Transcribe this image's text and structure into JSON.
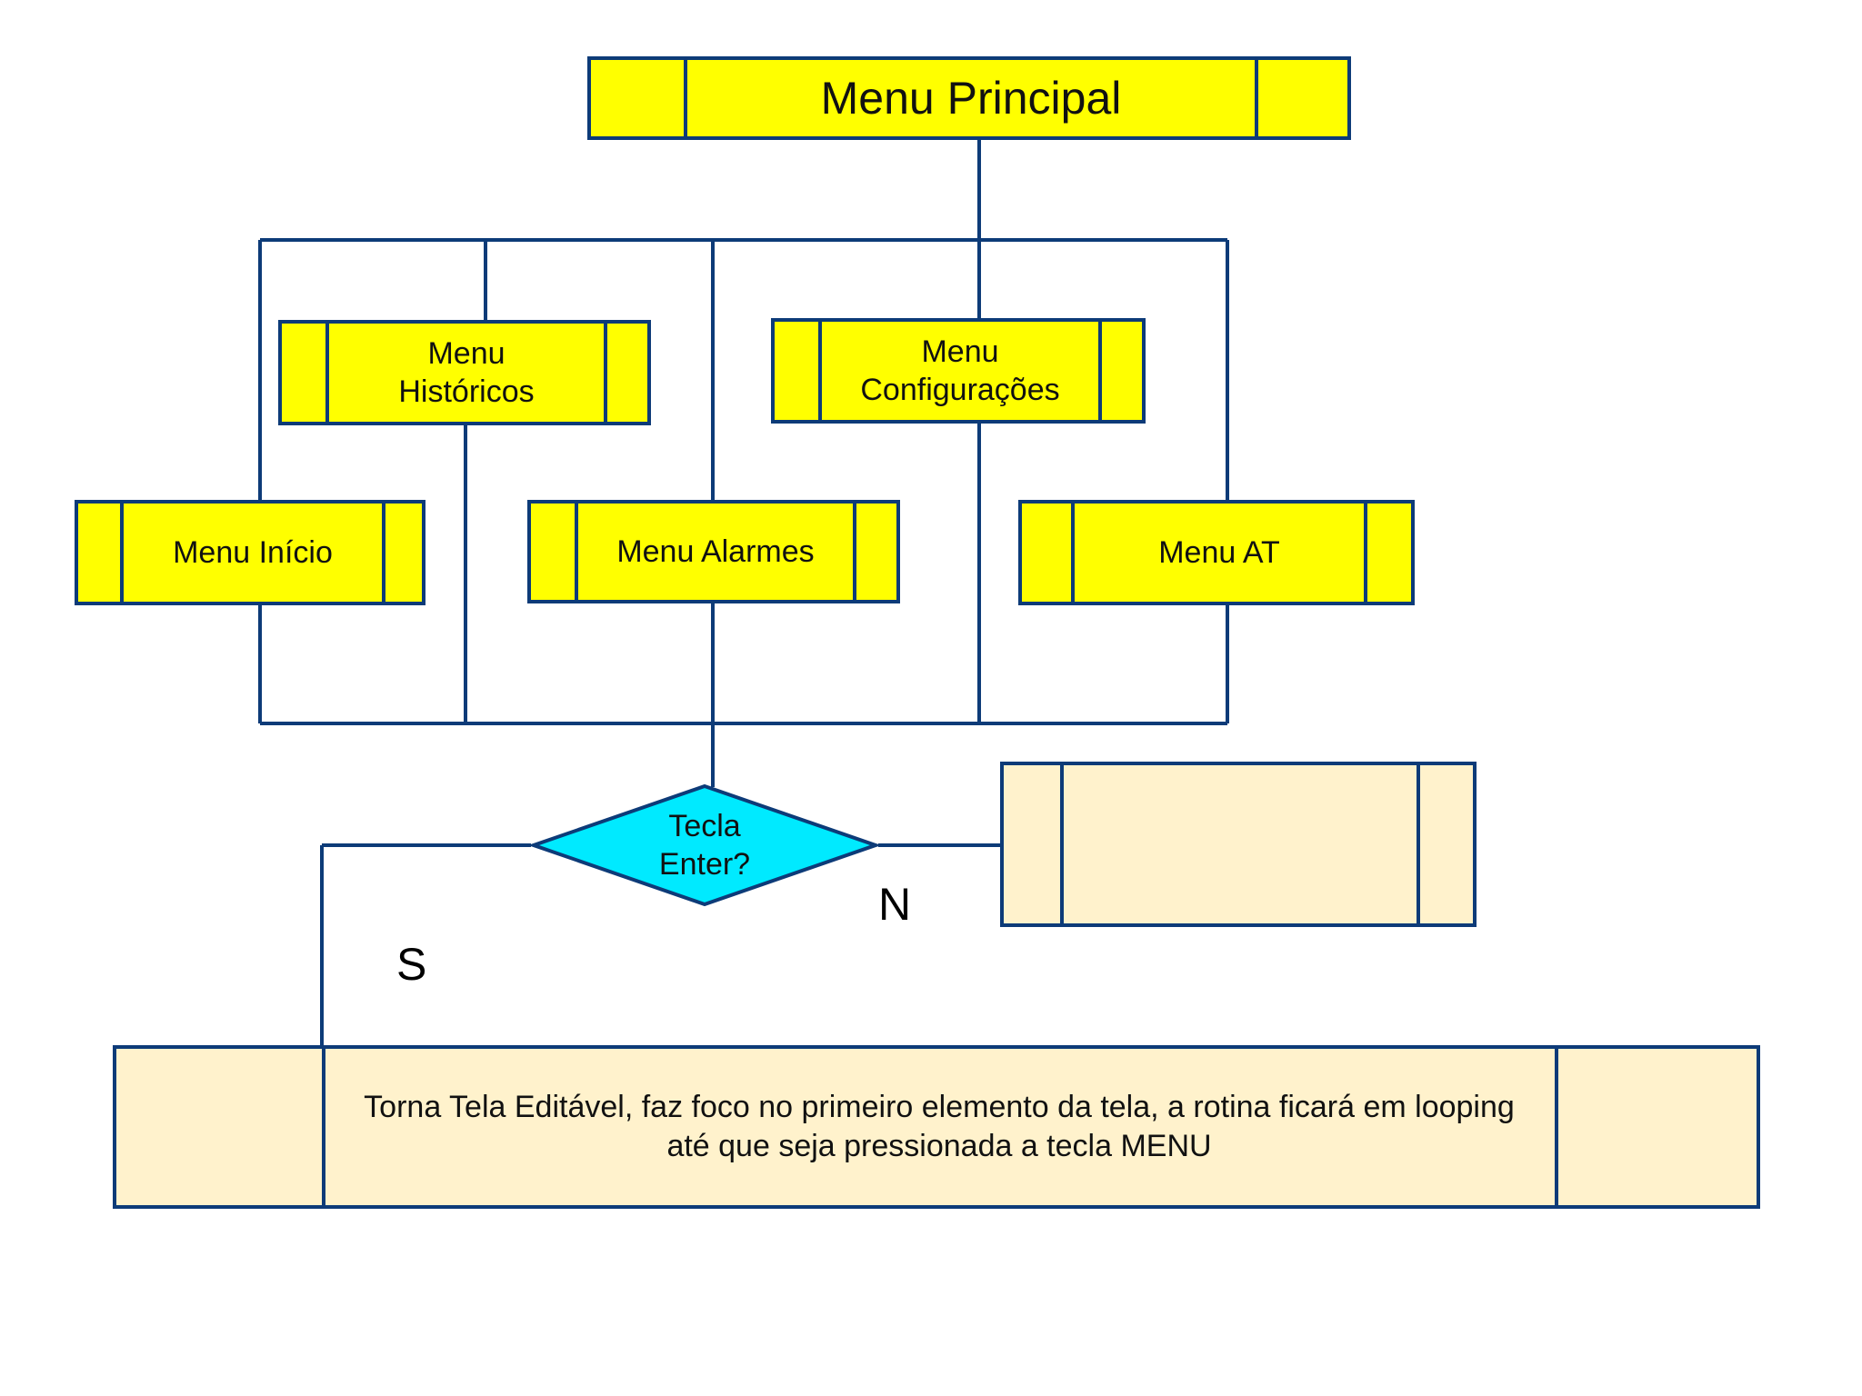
{
  "diagram": {
    "nodes": {
      "menu_principal": "Menu Principal",
      "menu_historicos": "Menu\nHistóricos",
      "menu_configuracoes": "Menu\nConfigurações",
      "menu_inicio": "Menu Início",
      "menu_alarmes": "Menu Alarmes",
      "menu_at": "Menu AT",
      "decision": "Tecla\nEnter?",
      "process_n": "",
      "process_s": "Torna Tela Editável, faz foco no primeiro elemento da tela, a rotina ficará em looping até que seja pressionada a tecla MENU"
    },
    "branches": {
      "no": "N",
      "yes": "S"
    },
    "colors": {
      "line": "#0d3b78",
      "menu_fill": "#ffff00",
      "decision_fill": "#00eaff",
      "process_fill": "#fff2cc"
    }
  }
}
